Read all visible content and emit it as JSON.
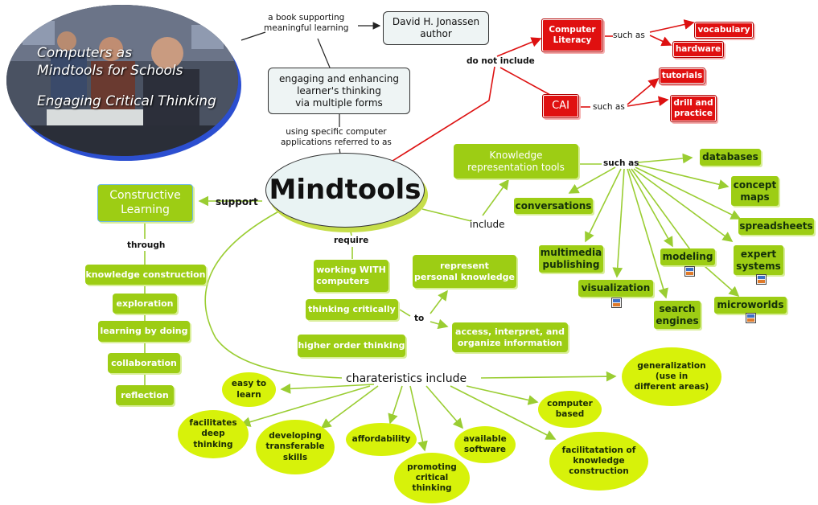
{
  "central": "Mindtools",
  "photo": {
    "title_line1": "Computers as",
    "title_line2": "Mindtools for Schools",
    "subtitle": "Engaging Critical Thinking"
  },
  "book": {
    "label": "a book supporting\nmeaningful learning"
  },
  "author": "David H. Jonassen\nauthor",
  "engaging": "engaging and enhancing\nlearner's thinking\nvia multiple forms",
  "using_label": "using specific computer\napplications referred to as",
  "do_not_include": "do not include",
  "computer_literacy": "Computer\nLiteracy",
  "cai": "CAI",
  "such_as_1": "such as",
  "such_as_2": "such as",
  "vocabulary": "vocabulary",
  "hardware": "hardware",
  "tutorials": "tutorials",
  "drill": "drill and\npractice",
  "constructive": "Constructive\nLearning",
  "support": "support",
  "through": "through",
  "through_items": [
    "knowledge construction",
    "exploration",
    "learning by doing",
    "collaboration",
    "reflection"
  ],
  "require": "require",
  "require_items": [
    "working WITH\ncomputers",
    "thinking critically",
    "higher order thinking"
  ],
  "to": "to",
  "to_items": [
    "represent\npersonal knowledge",
    "access, interpret, and\norganize information"
  ],
  "include": "include",
  "krt": "Knowledge\nrepresentation tools",
  "such_as_3": "such as",
  "tools": [
    "databases",
    "concept\nmaps",
    "conversations",
    "spreadsheets",
    "multimedia\npublishing",
    "modeling",
    "expert\nsystems",
    "visualization",
    "search\nengines",
    "microworlds"
  ],
  "chars_label": "charateristics include",
  "chars": [
    "easy to\nlearn",
    "facilitates\ndeep\nthinking",
    "developing\ntransferable\nskills",
    "affordability",
    "promoting\ncritical\nthinking",
    "available\nsoftware",
    "computer\nbased",
    "facilitatation of\nknowledge\nconstruction",
    "generalization\n(use in\ndifferent areas)"
  ],
  "icon_text": "HTML",
  "colors": {
    "green": "#9dcd14",
    "lime": "#d7f20a",
    "red": "#e01010",
    "line_green": "#9acd32",
    "line_red": "#dd1111",
    "photo_border": "#2c4fd0"
  }
}
